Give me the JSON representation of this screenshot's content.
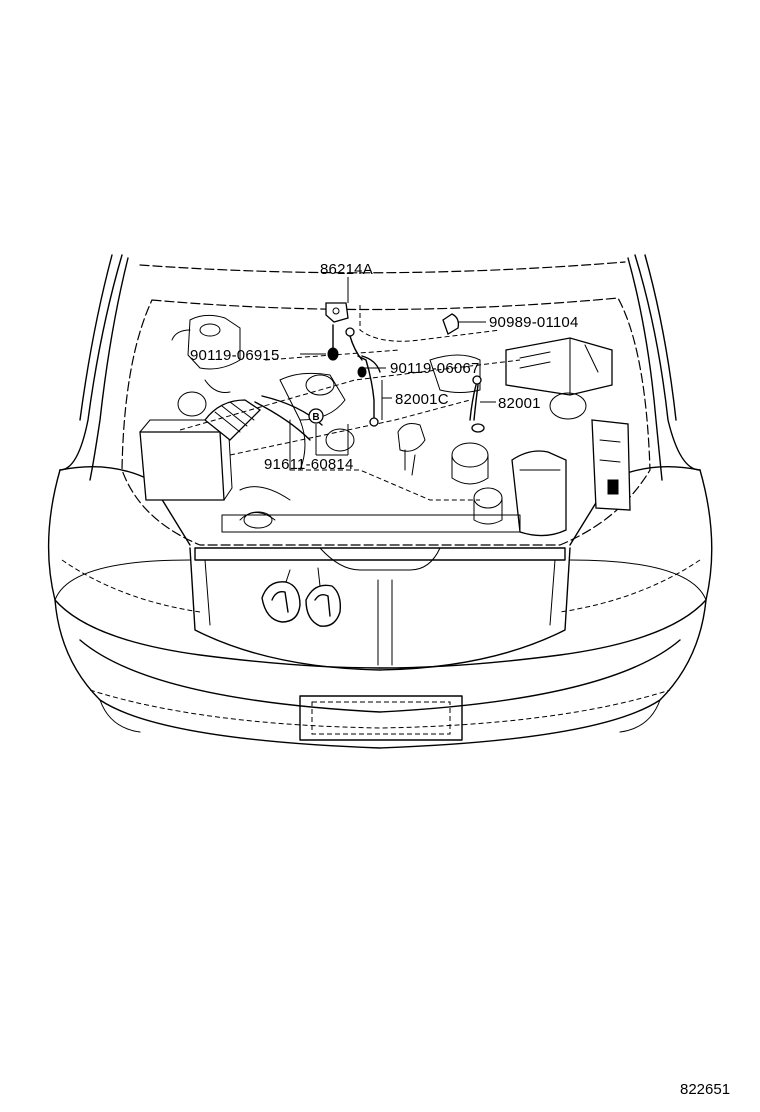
{
  "diagram": {
    "figure_id": "822651",
    "callout_marker": "B",
    "labels": {
      "sensor_bracket": "86214A",
      "bolt_right": "90989-01104",
      "bolt_left": "90119-06915",
      "bolt_center": "90119-06067",
      "wire_center": "82001C",
      "wire_right": "82001",
      "clamp": "91611-60814"
    }
  }
}
